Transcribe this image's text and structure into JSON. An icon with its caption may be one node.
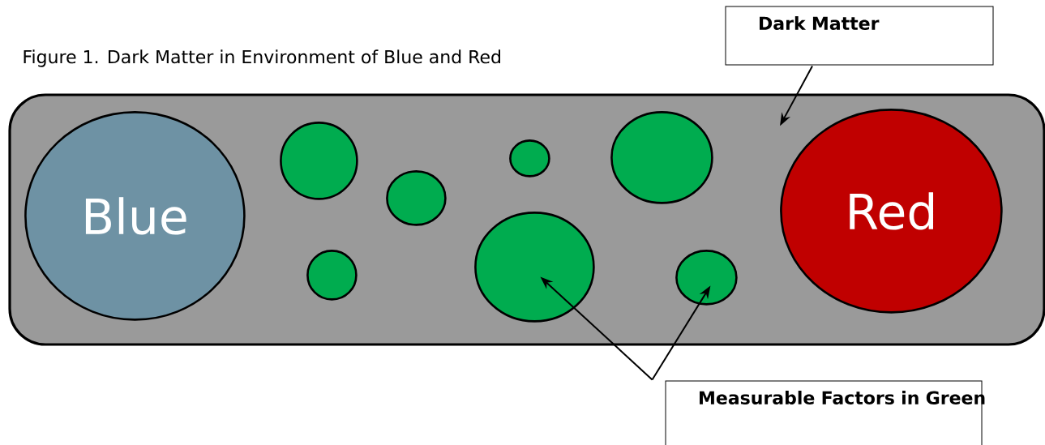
{
  "diagram": {
    "title": "Figure 1. Dark Matter in Environment of Blue and Red",
    "nodes": [
      {
        "text": [
          "Dark Matter"
        ]
      },
      {
        "text": [],
        "shape": "box"
      },
      {
        "text": [
          "Blue"
        ],
        "in": 1
      },
      {
        "text": [],
        "shape": "circle",
        "in": 1
      },
      {
        "text": [],
        "shape": "circle",
        "in": 1
      },
      {
        "text": [],
        "shape": "circle",
        "in": 1
      },
      {
        "text": [],
        "shape": "circle",
        "in": 1
      },
      {
        "text": [],
        "shape": "circle",
        "in": 1
      },
      {
        "text": [],
        "shape": "circle",
        "in": 1
      },
      {
        "text": [],
        "shape": "circle",
        "in": 1
      },
      {
        "text": [
          "Red"
        ],
        "in": 1
      },
      {
        "text": [
          "Measurable Factors in Green"
        ]
      }
    ],
    "edges": [
      {
        "from": 0,
        "to": 1,
        "arrow": "to"
      },
      {
        "from": 11,
        "to": 7,
        "arrow": "to"
      },
      {
        "from": 11,
        "to": 9,
        "arrow": "to"
      }
    ]
  }
}
